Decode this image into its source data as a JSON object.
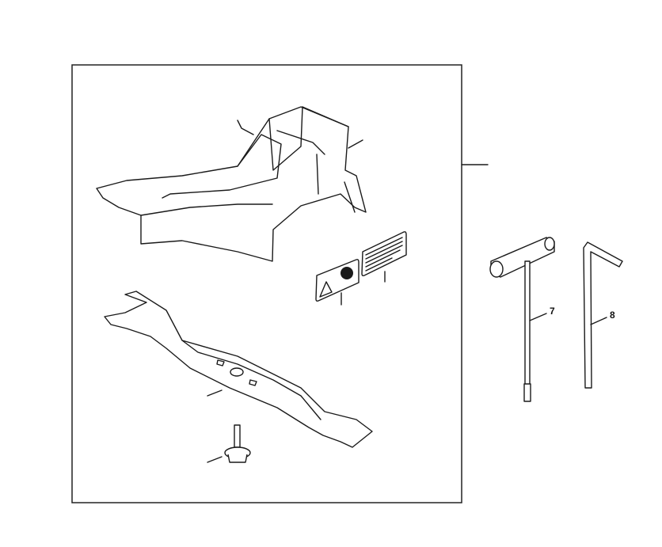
{
  "diagram": {
    "callouts": [
      {
        "id": "socket-wrench",
        "label": "7"
      },
      {
        "id": "hex-key",
        "label": "8"
      }
    ],
    "colors": {
      "line": "#1a1a1a",
      "background": "#ffffff"
    }
  }
}
